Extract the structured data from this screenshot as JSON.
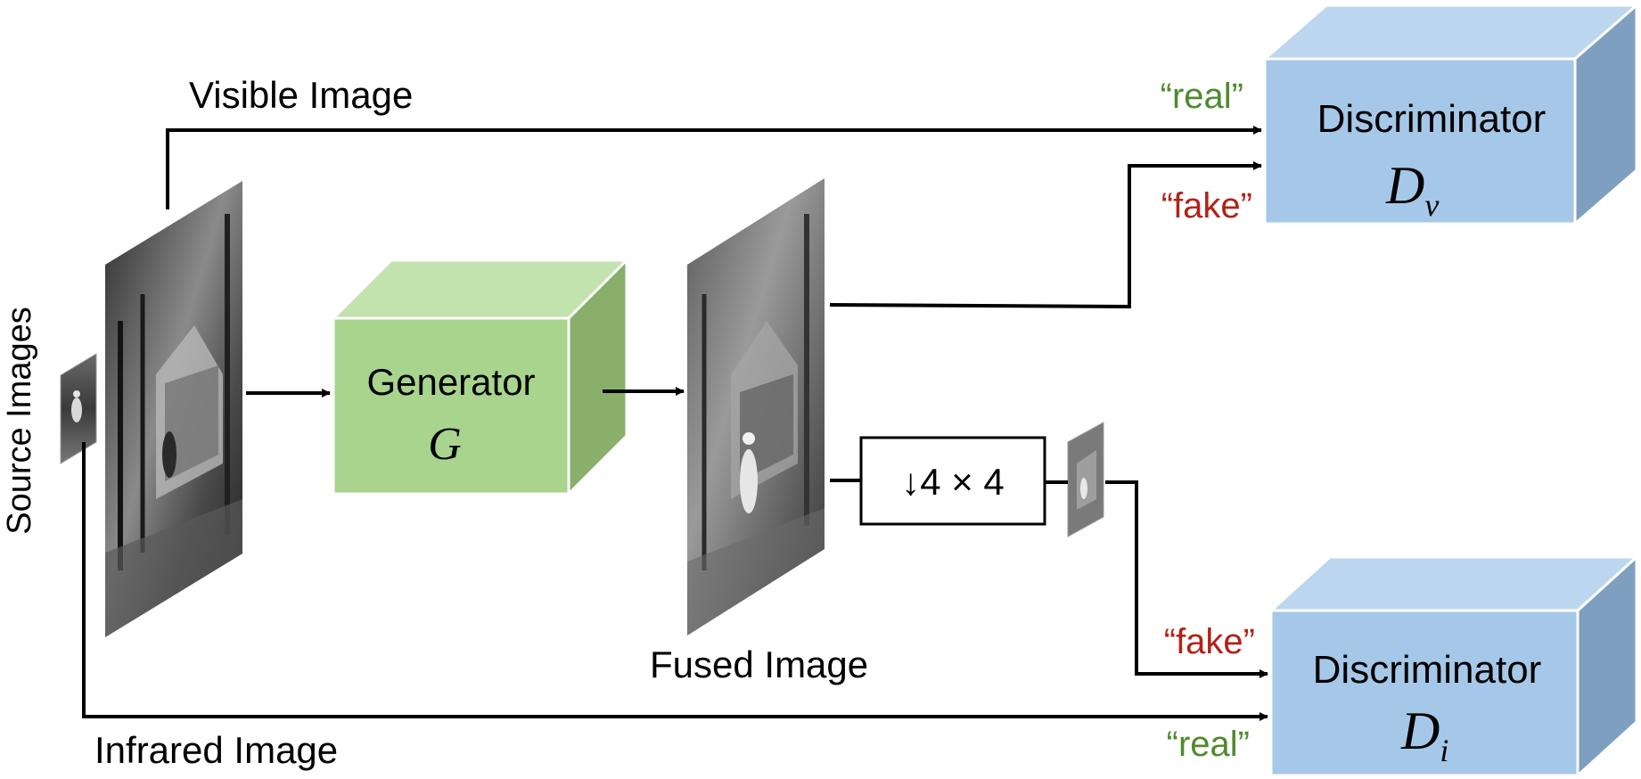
{
  "labels": {
    "source_images": "Source Images",
    "visible_image": "Visible Image",
    "infrared_image": "Infrared Image",
    "fused_image": "Fused Image",
    "downsample": "↓4 × 4"
  },
  "generator": {
    "title": "Generator",
    "symbol": "G"
  },
  "discriminator_v": {
    "title": "Discriminator",
    "symbol": "D",
    "subscript": "v"
  },
  "discriminator_i": {
    "title": "Discriminator",
    "symbol": "D",
    "subscript": "i"
  },
  "signals": {
    "real_v": "“real”",
    "fake_v": "“fake”",
    "fake_i": "“fake”",
    "real_i": "“real”"
  },
  "colors": {
    "generator_front": "#a8d48e",
    "generator_top": "#c2e3ad",
    "generator_side": "#88b06b",
    "discriminator_front": "#a6c8e8",
    "discriminator_top": "#bcd6ef",
    "discriminator_side": "#7f9fc0",
    "real": "#4f8a2e",
    "fake": "#b22218"
  }
}
